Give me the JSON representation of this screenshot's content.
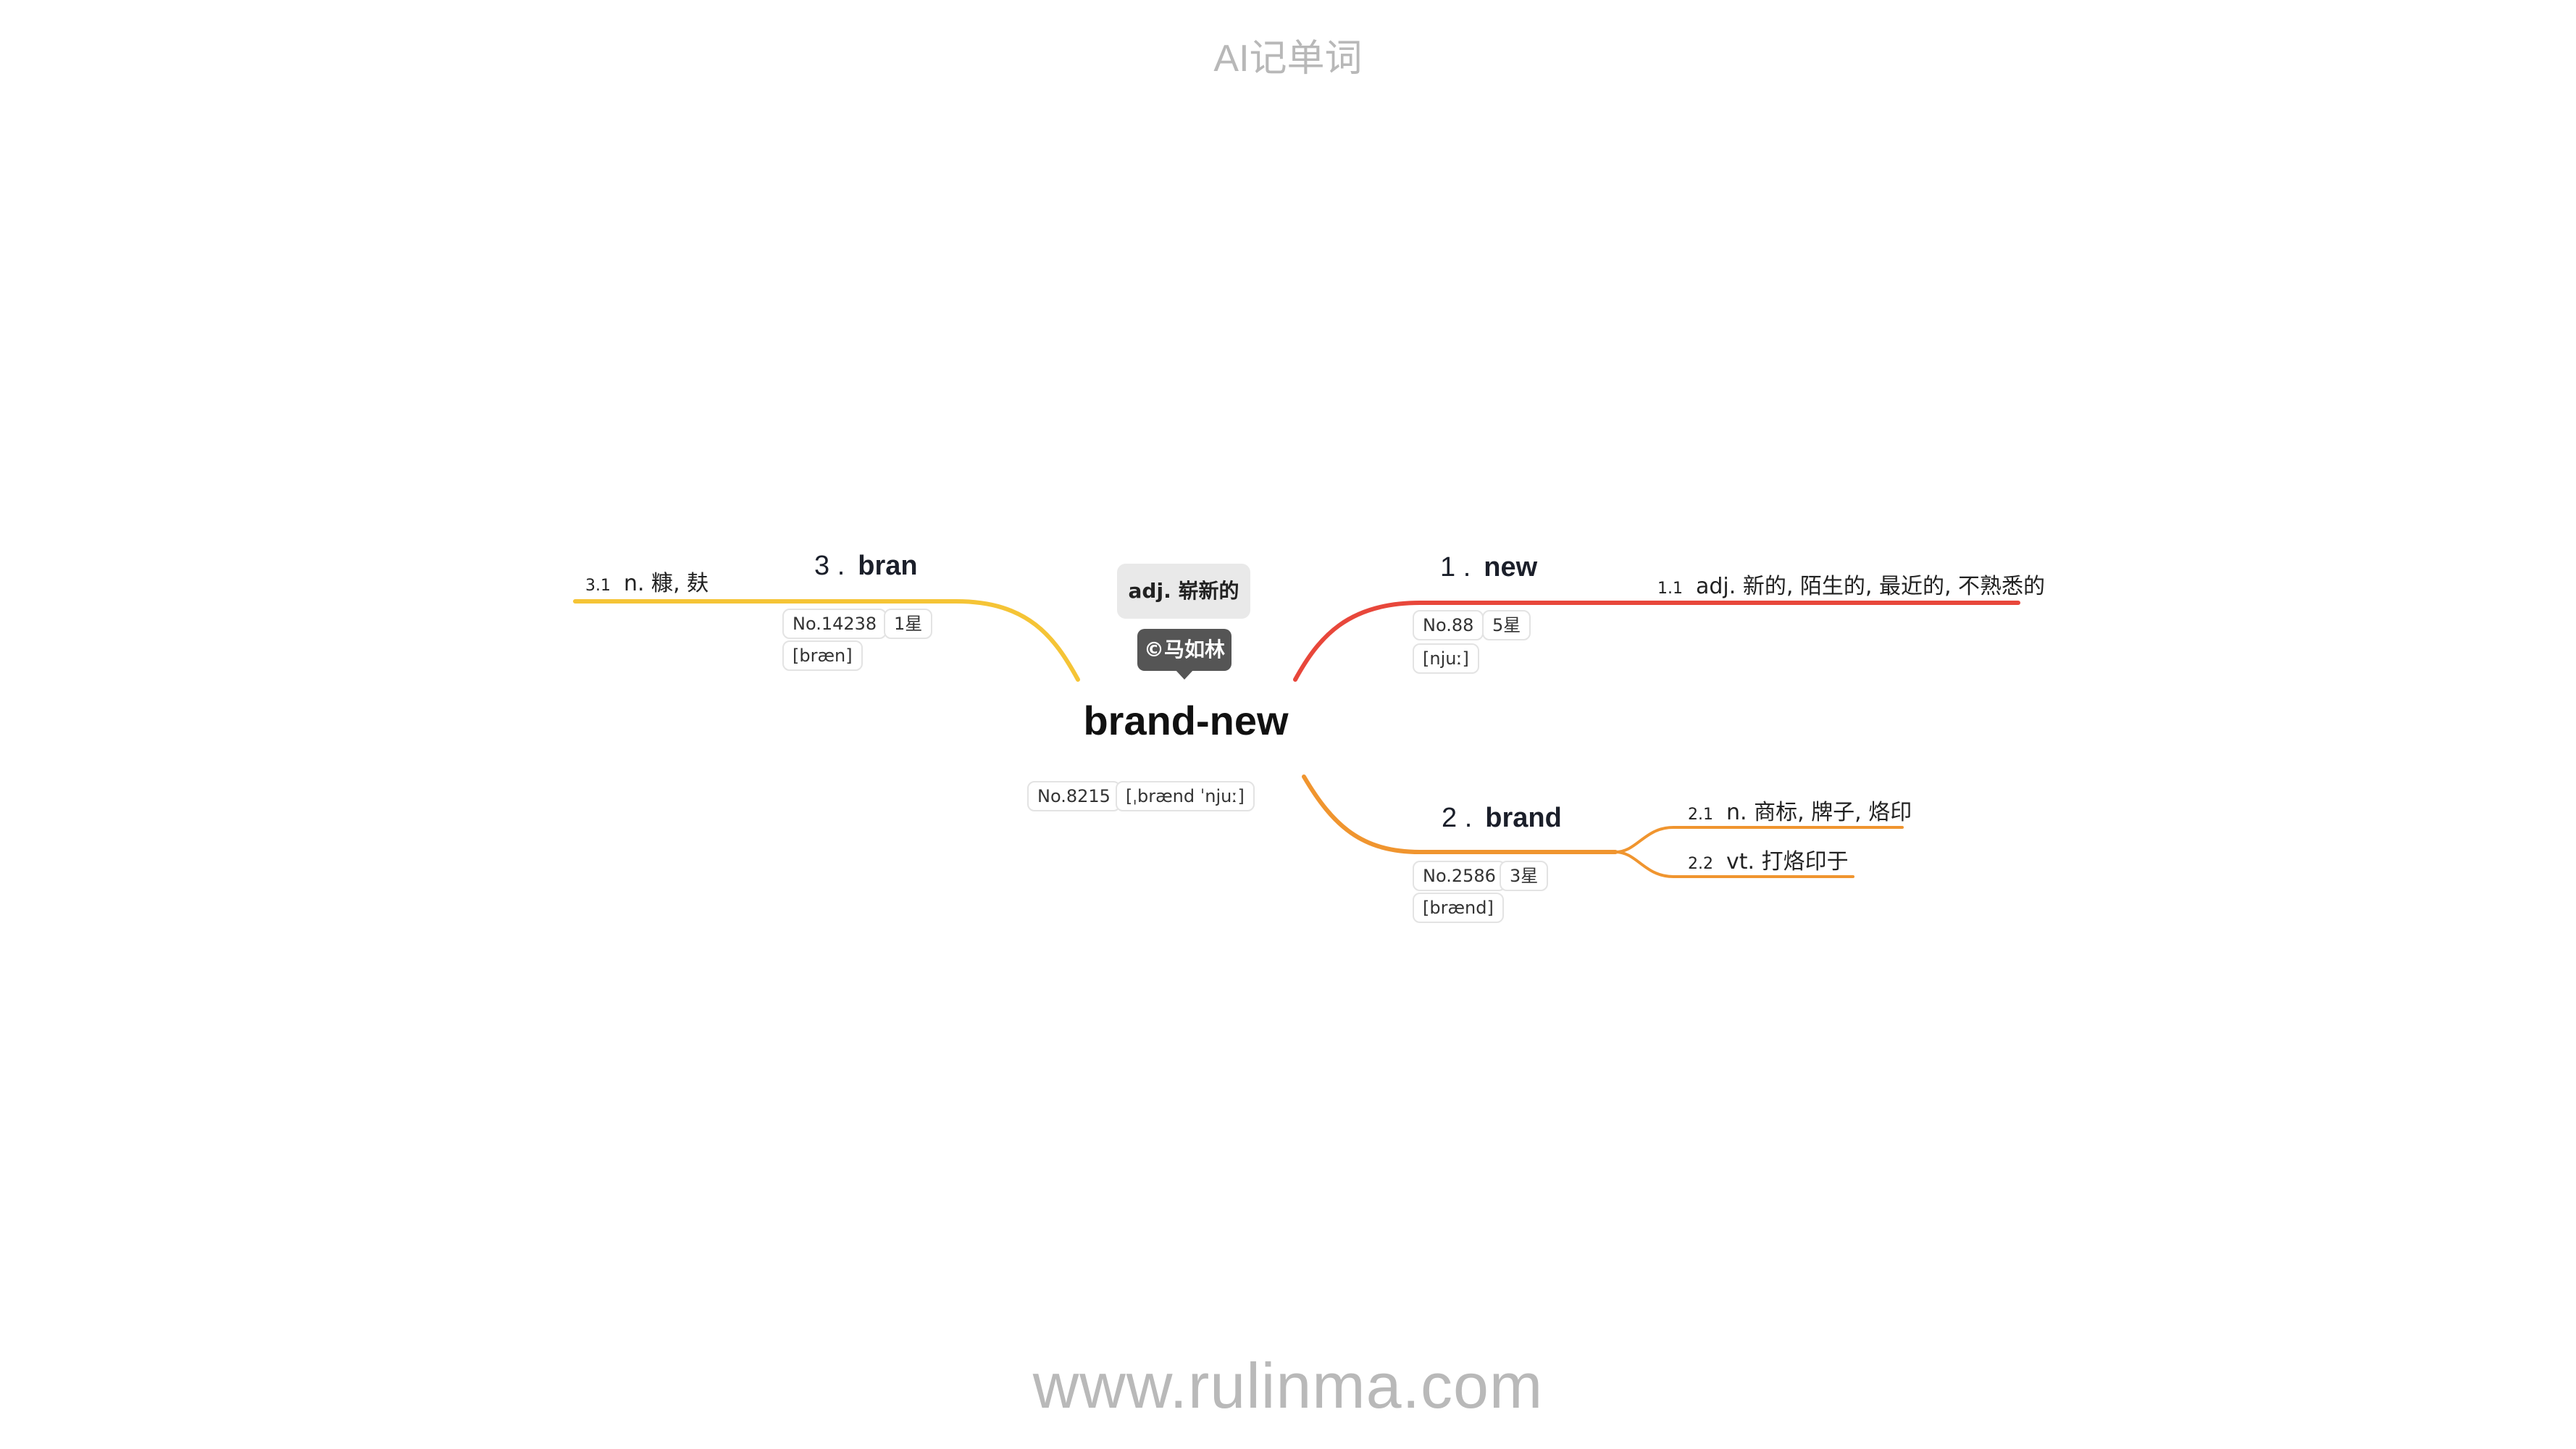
{
  "header": {
    "title": "AI记单词"
  },
  "footer": {
    "url": "www.rulinma.com"
  },
  "central": {
    "word": "brand-new",
    "definition": "adj. 崭新的",
    "copyright": "©马如林",
    "no": "No.8215",
    "phonetic": "[ˌbrænd ˈnjuː]"
  },
  "branches": [
    {
      "index": "1 .",
      "word": "new",
      "no": "No.88",
      "stars": "5星",
      "phonetic": "[njuː]",
      "color": "#e8473b",
      "meanings": [
        {
          "num": "1.1",
          "text": "adj. 新的, 陌生的, 最近的, 不熟悉的"
        }
      ]
    },
    {
      "index": "2 .",
      "word": "brand",
      "no": "No.2586",
      "stars": "3星",
      "phonetic": "[brænd]",
      "color": "#f0952f",
      "meanings": [
        {
          "num": "2.1",
          "text": "n. 商标, 牌子, 烙印"
        },
        {
          "num": "2.2",
          "text": "vt. 打烙印于"
        }
      ]
    },
    {
      "index": "3 .",
      "word": "bran",
      "no": "No.14238",
      "stars": "1星",
      "phonetic": "[bræn]",
      "color": "#f5c436",
      "meanings": [
        {
          "num": "3.1",
          "text": "n. 糠, 麸"
        }
      ]
    }
  ]
}
